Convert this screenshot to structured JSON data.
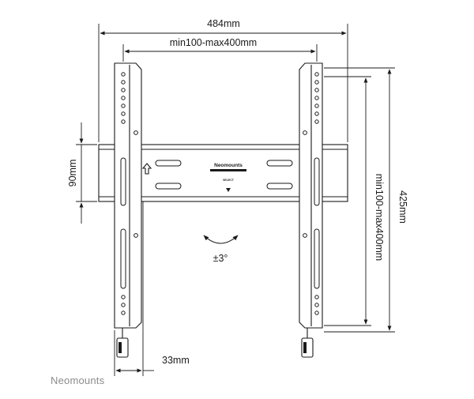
{
  "dimensions": {
    "overall_width": "484mm",
    "vesa_horizontal": "min100-max400mm",
    "rail_height": "90mm",
    "overall_height": "425mm",
    "vesa_vertical": "min100-max400mm",
    "wall_distance": "33mm",
    "tilt": "±3°"
  },
  "plate_logo": {
    "name": "Neomounts",
    "model": "SELECT"
  },
  "footer": {
    "brand": "Neomounts"
  }
}
